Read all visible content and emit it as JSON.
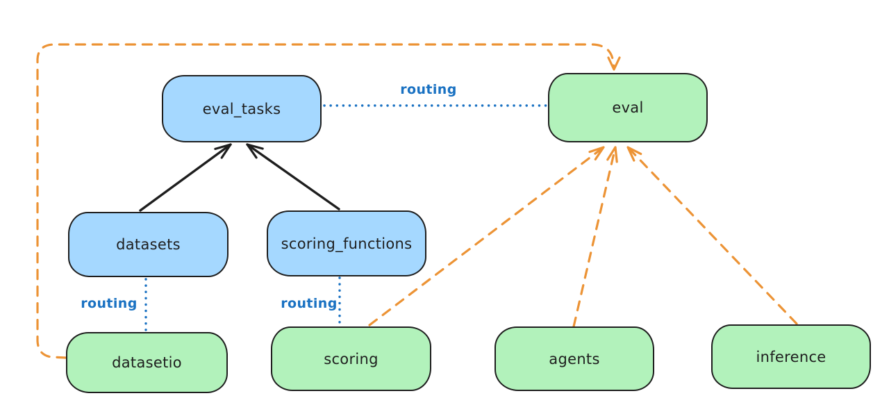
{
  "diagram": {
    "nodes": [
      {
        "id": "eval_tasks",
        "label": "eval_tasks",
        "color": "blue"
      },
      {
        "id": "eval",
        "label": "eval",
        "color": "green"
      },
      {
        "id": "datasets",
        "label": "datasets",
        "color": "blue"
      },
      {
        "id": "scoring_functions",
        "label": "scoring_functions",
        "color": "blue"
      },
      {
        "id": "datasetio",
        "label": "datasetio",
        "color": "green"
      },
      {
        "id": "scoring",
        "label": "scoring",
        "color": "green"
      },
      {
        "id": "agents",
        "label": "agents",
        "color": "green"
      },
      {
        "id": "inference",
        "label": "inference",
        "color": "green"
      }
    ],
    "edges": [
      {
        "from": "datasets",
        "to": "eval_tasks",
        "style": "solid-arrow",
        "color": "black",
        "label": ""
      },
      {
        "from": "scoring_functions",
        "to": "eval_tasks",
        "style": "solid-arrow",
        "color": "black",
        "label": ""
      },
      {
        "from": "eval_tasks",
        "to": "eval",
        "style": "dotted",
        "color": "blue",
        "label": "routing"
      },
      {
        "from": "datasets",
        "to": "datasetio",
        "style": "dotted",
        "color": "blue",
        "label": "routing"
      },
      {
        "from": "scoring_functions",
        "to": "scoring",
        "style": "dotted",
        "color": "blue",
        "label": "routing"
      },
      {
        "from": "datasetio",
        "to": "eval",
        "style": "dashed-arrow",
        "color": "orange",
        "label": ""
      },
      {
        "from": "scoring",
        "to": "eval",
        "style": "dashed-arrow",
        "color": "orange",
        "label": ""
      },
      {
        "from": "agents",
        "to": "eval",
        "style": "dashed-arrow",
        "color": "orange",
        "label": ""
      },
      {
        "from": "inference",
        "to": "eval",
        "style": "dashed-arrow",
        "color": "orange",
        "label": ""
      }
    ],
    "colors": {
      "node_blue_fill": "#a5d8ff",
      "node_green_fill": "#b2f2bb",
      "node_border": "#1e1e1e",
      "routing_blue": "#1971c2",
      "orange": "#ec9335",
      "black_arrow": "#1e1e1e",
      "background": "#ffffff",
      "node_text": "#1e1e1e"
    }
  }
}
